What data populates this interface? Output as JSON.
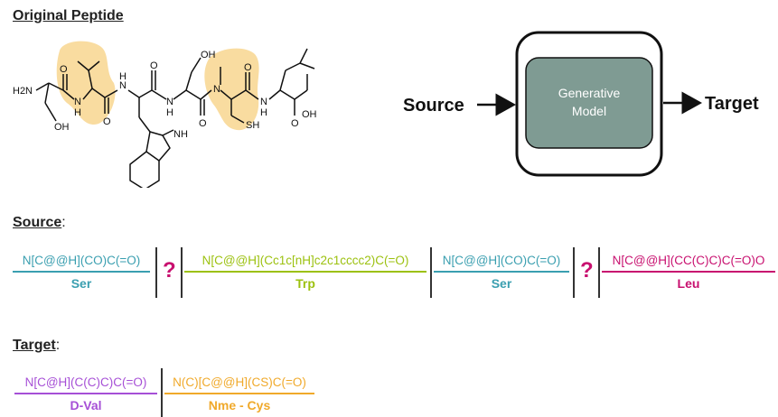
{
  "original_title": "Original Peptide",
  "molecule": {
    "atoms": {
      "h2n": "H2N",
      "oh1": "OH",
      "nh1": "N",
      "h1": "H",
      "o1": "O",
      "nh2": "N",
      "h2": "H",
      "o2": "O",
      "nh3": "N",
      "h3": "H",
      "o3": "O",
      "oh2": "OH",
      "n4": "N",
      "o4": "O",
      "nh5": "N",
      "h5": "H",
      "o5": "O",
      "oh3": "OH",
      "o6": "O",
      "sh": "SH",
      "indole_nh": "NH"
    }
  },
  "model": {
    "label_line1": "Generative",
    "label_line2": "Model",
    "input_label": "Source",
    "output_label": "Target"
  },
  "source_heading": "Source",
  "target_heading": "Target",
  "colon": ":",
  "source_segments": [
    {
      "smiles": "N[C@@H](CO)C(=O)",
      "name": "Ser",
      "color": "#3a9fb0"
    },
    {
      "smiles": "N[C@@H](Cc1c[nH]c2c1cccc2)C(=O)",
      "name": "Trp",
      "color": "#9cc10f"
    },
    {
      "smiles": "N[C@@H](CO)C(=O)",
      "name": "Ser",
      "color": "#3a9fb0"
    },
    {
      "smiles": "N[C@@H](CC(C)C)C(=O)O",
      "name": "Leu",
      "color": "#c8106f"
    }
  ],
  "question_mark": "?",
  "target_segments": [
    {
      "smiles": "N[C@H](C(C)C)C(=O)",
      "name": "D-Val",
      "color": "#a64fd6"
    },
    {
      "smiles": "N(C)[C@@H](CS)C(=O)",
      "name": "Nme - Cys",
      "color": "#f0a92a"
    }
  ],
  "colors": {
    "highlight": "#f9dca0",
    "model_inner": "#7f9b93",
    "question": "#c8106f"
  }
}
